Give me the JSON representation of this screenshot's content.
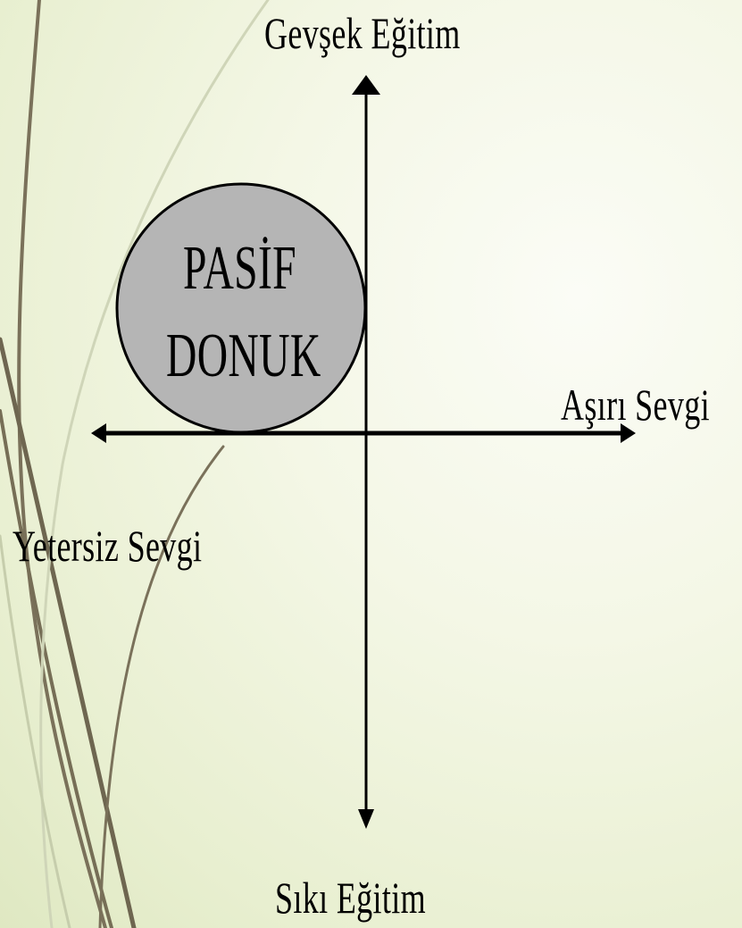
{
  "diagram": {
    "axis_labels": {
      "top": "Gevşek Eğitim",
      "bottom": "Sıkı Eğitim",
      "left": "Yetersiz Sevgi",
      "right": "Aşırı Sevgi"
    },
    "quadrant_circle": {
      "line1": "PASİF",
      "line2": "DONUK",
      "fill_color": "#b5b5b5"
    },
    "colors": {
      "axis": "#000000",
      "decorative_curves": "#6e6650"
    }
  }
}
